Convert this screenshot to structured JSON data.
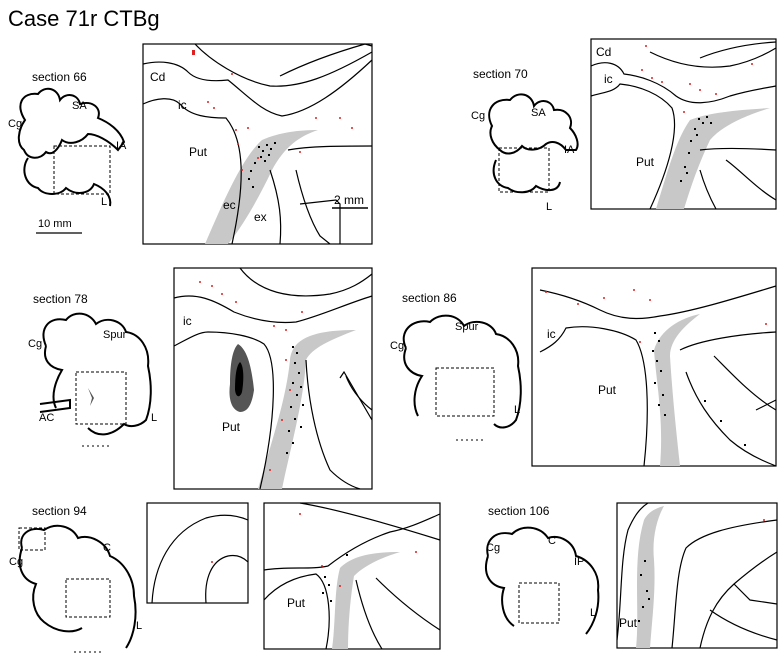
{
  "title": "Case 71r CTBg",
  "scale_bars": {
    "overview": "10 mm",
    "inset": "2 mm"
  },
  "sections": [
    {
      "name": "section 66",
      "labels": [
        "SA",
        "Cg",
        "IA",
        "L"
      ],
      "inset_labels": [
        "Cd",
        "ic",
        "Put",
        "ec",
        "ex"
      ]
    },
    {
      "name": "section 70",
      "labels": [
        "SA",
        "Cg",
        "IA",
        "L"
      ],
      "inset_labels": [
        "Cd",
        "ic",
        "Put"
      ]
    },
    {
      "name": "section 78",
      "labels": [
        "Spur",
        "Cg",
        "AC",
        "L"
      ],
      "inset_labels": [
        "ic",
        "Put"
      ]
    },
    {
      "name": "section 86",
      "labels": [
        "Spur",
        "Cg",
        "L"
      ],
      "inset_labels": [
        "ic",
        "Put"
      ]
    },
    {
      "name": "section 94",
      "labels": [
        "Cg",
        "C",
        "L"
      ],
      "inset_labels": [
        "Put"
      ]
    },
    {
      "name": "section 106",
      "labels": [
        "Cg",
        "C",
        "IP",
        "L"
      ],
      "inset_labels": [
        "Put"
      ]
    }
  ],
  "colors": {
    "label_dot": "#e02020",
    "terminal_dot": "#000000",
    "white_matter": "#c8c8c8",
    "injection_core": "#000000",
    "injection_halo": "#555555"
  }
}
